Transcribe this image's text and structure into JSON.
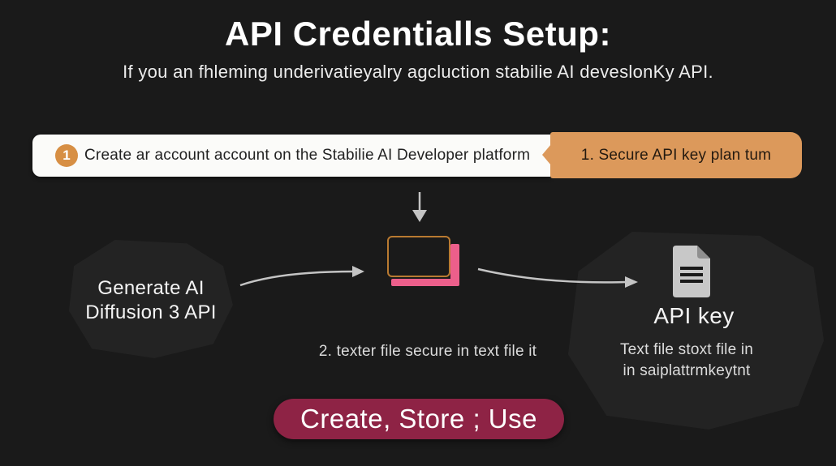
{
  "header": {
    "title": "API Credentialls Setup:",
    "subtitle": "If you an fhleming underivatieyalry agcluction stabilie AI deveslonKy API."
  },
  "banner": {
    "step1": {
      "badge": "1",
      "label": "Create ar account account on the Stabilie AI Developer platform"
    },
    "step2": {
      "label": "1. Secure API key plan tum"
    }
  },
  "flow": {
    "source_node": {
      "line1": "Generate AI",
      "line2": "Diffusion 3 API"
    },
    "center_caption": "2. texter file secure in text file it",
    "output_node": {
      "label": "API key",
      "caption_line1": "Text file stoxt file in",
      "caption_line2": "in saiplattrmkeytnt"
    }
  },
  "cta": {
    "label": "Create, Store ; Use"
  },
  "icons": {
    "step_badge": "numbered-circle-1",
    "down_arrow": "down-arrow",
    "left_arrow": "curved-right-arrow",
    "right_arrow": "curved-right-arrow",
    "frame": "window-frame-outline",
    "document": "text-document"
  },
  "colors": {
    "background": "#1a1a1a",
    "card_white": "#fbfbf9",
    "accent_orange": "#dc995b",
    "badge_orange": "#d78f44",
    "accent_pink": "#ec5f8b",
    "frame_orange": "#b97a31",
    "cta_maroon": "#8e2345",
    "arrow_gray": "#c4c4c4",
    "blob_gray": "#232323"
  }
}
